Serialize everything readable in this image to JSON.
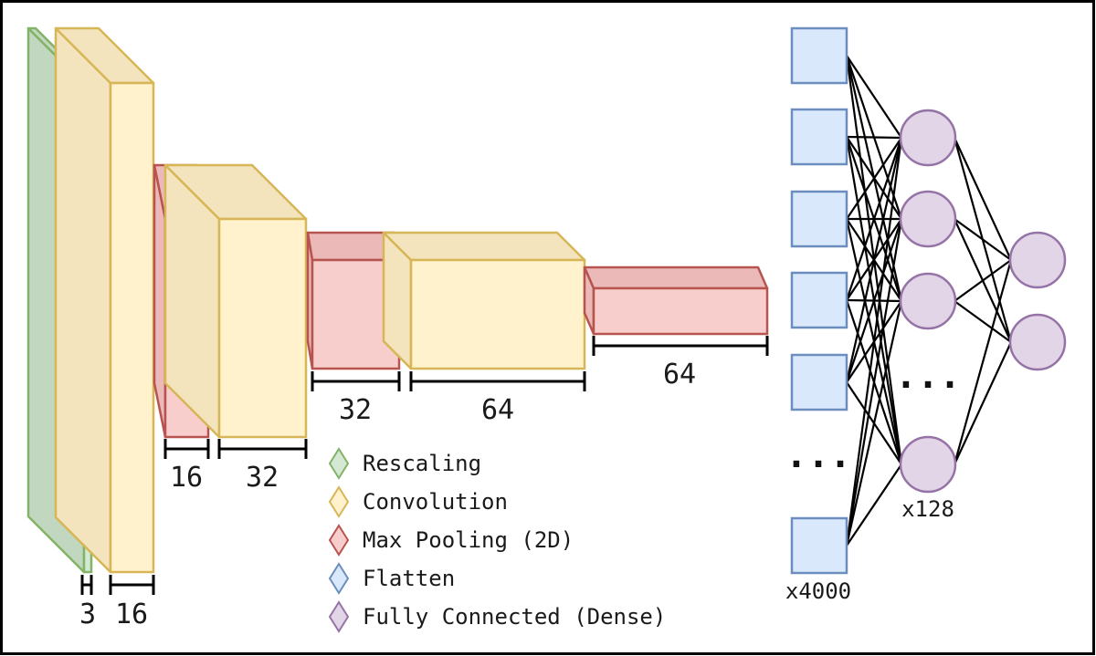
{
  "colors": {
    "rescaling": {
      "fill": "#d5e8d4",
      "dark": "#c2d7c0",
      "stroke": "#82b366"
    },
    "convolution": {
      "fill": "#fff2cc",
      "dark": "#f4e4bd",
      "stroke": "#d6b656"
    },
    "maxpool": {
      "fill": "#f8cecc",
      "dark": "#eab9b8",
      "stroke": "#b85450"
    },
    "flatten": {
      "fill": "#dae8fc",
      "stroke": "#6c8ebf"
    },
    "dense": {
      "fill": "#e1d5e7",
      "stroke": "#9673a6"
    }
  },
  "layers": [
    {
      "type": "rescaling",
      "dim": "3"
    },
    {
      "type": "convolution",
      "dim": "16"
    },
    {
      "type": "maxpool",
      "dim": "16"
    },
    {
      "type": "convolution",
      "dim": "32"
    },
    {
      "type": "maxpool",
      "dim": "32"
    },
    {
      "type": "convolution",
      "dim": "64"
    },
    {
      "type": "maxpool",
      "dim": "64"
    }
  ],
  "legend": [
    {
      "type": "rescaling",
      "label": "Rescaling",
      "icon": "diamond-icon"
    },
    {
      "type": "convolution",
      "label": "Convolution",
      "icon": "diamond-icon"
    },
    {
      "type": "maxpool",
      "label": "Max Pooling (2D)",
      "icon": "diamond-icon"
    },
    {
      "type": "flatten",
      "label": "Flatten",
      "icon": "diamond-icon"
    },
    {
      "type": "dense",
      "label": "Fully Connected (Dense)",
      "icon": "diamond-icon"
    }
  ],
  "flatten": {
    "count_label": "x4000",
    "ellipsis": "..."
  },
  "dense_hidden": {
    "count_label": "x128",
    "ellipsis": "..."
  },
  "dense_output": {
    "count": 2
  }
}
